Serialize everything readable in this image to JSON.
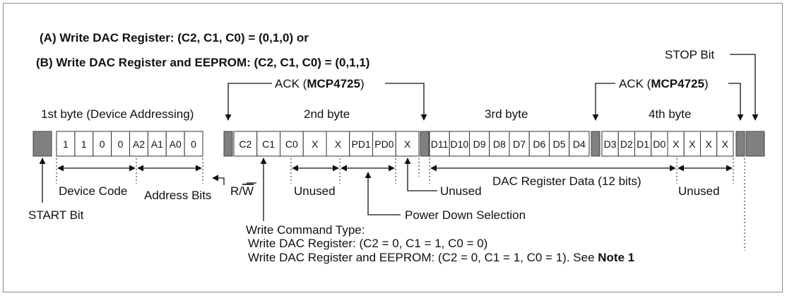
{
  "title_a": {
    "prefix": "(A) Write DAC Register: (C2, C1, C0) = (0,1,0) or"
  },
  "title_b": {
    "prefix": "(B) Write DAC Register and EEPROM: (C2, C1, C0) = (0,1,1)"
  },
  "stop_bit": "STOP Bit",
  "start_bit": "START Bit",
  "ack": {
    "text": "ACK (",
    "device": "MCP4725",
    "close": ")"
  },
  "bytes": {
    "first": "1st byte (Device Addressing)",
    "second": "2nd byte",
    "third": "3rd byte",
    "fourth": "4th byte"
  },
  "byte1_bits": [
    "1",
    "1",
    "0",
    "0",
    "A2",
    "A1",
    "A0",
    "0"
  ],
  "byte2_bits": [
    "C2",
    "C1",
    "C0",
    "X",
    "X",
    "PD1",
    "PD0",
    "X"
  ],
  "byte3_bits": [
    "D11",
    "D10",
    "D9",
    "D8",
    "D7",
    "D6",
    "D5",
    "D4"
  ],
  "byte4_bits": [
    "D3",
    "D2",
    "D1",
    "D0",
    "X",
    "X",
    "X",
    "X"
  ],
  "labels": {
    "device_code": "Device Code",
    "address_bits": "Address Bits",
    "rw_r": "R/",
    "rw_w": "W",
    "unused_1": "Unused",
    "unused_2": "Unused",
    "unused_3": "Unused",
    "dac_data": "DAC Register Data (12 bits)",
    "power_down": "Power Down Selection",
    "write_cmd_type": "Write Command Type:",
    "write_dac": "Write DAC Register: (C2 = 0, C1 = 1, C0 = 0)",
    "write_eeprom": "Write DAC Register and EEPROM: (C2 = 0, C1 = 1, C0 = 1). See ",
    "note": "Note 1"
  }
}
